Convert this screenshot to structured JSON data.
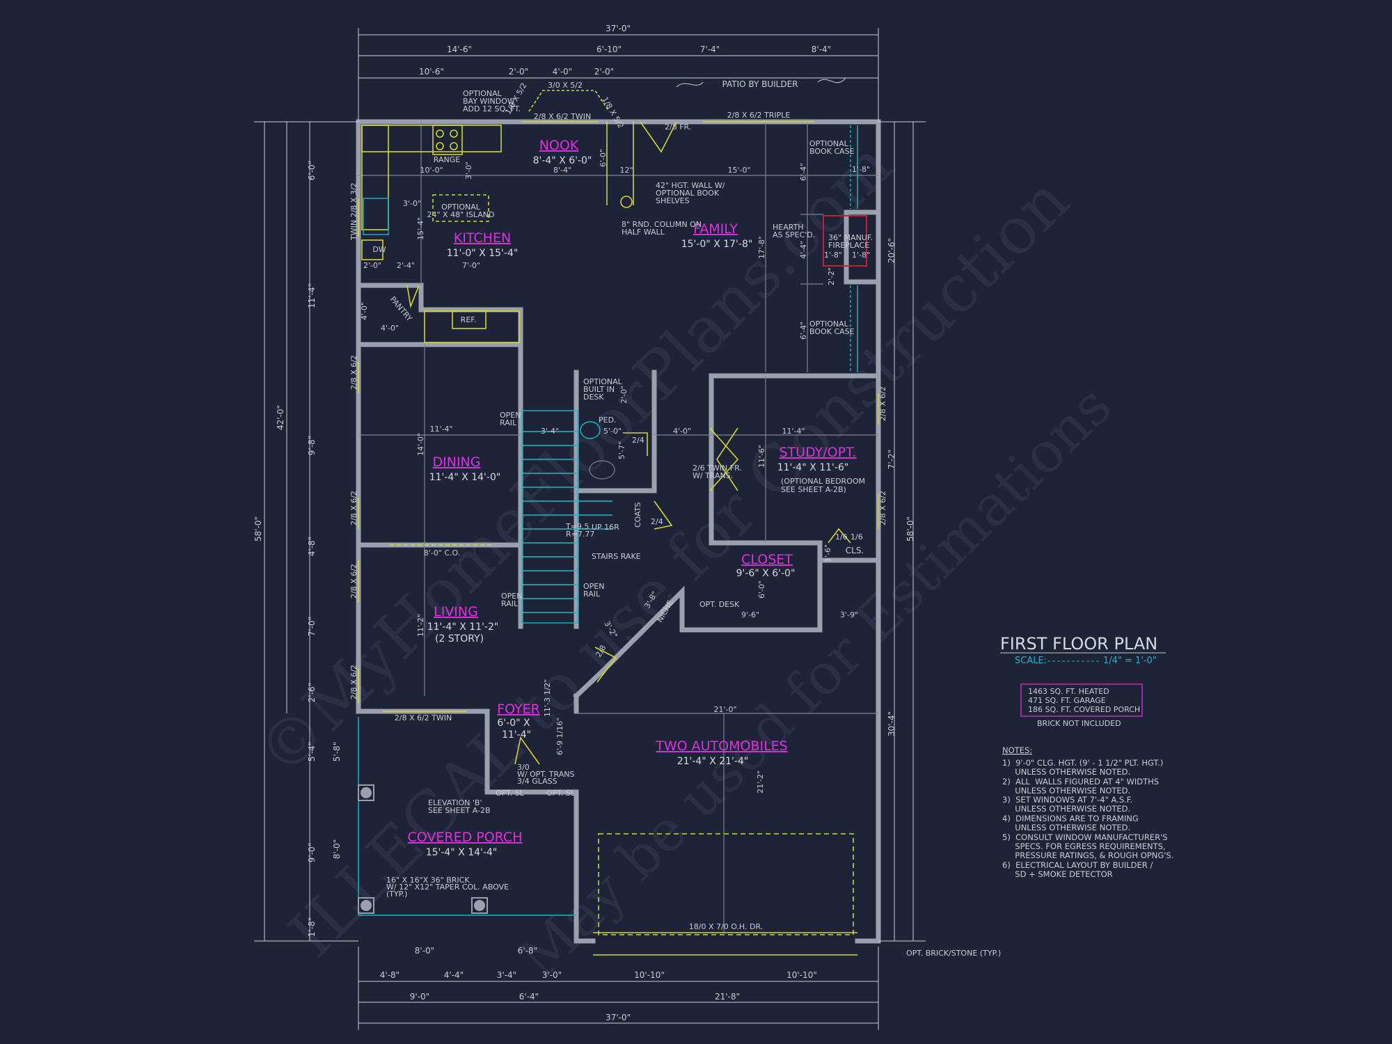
{
  "watermark": {
    "line1": "©MyHomeFloorPlans.com",
    "line2": "ILLEGAL to use for Construction",
    "line3": "May be used for Estimations"
  },
  "title": {
    "heading": "FIRST FLOOR PLAN",
    "scale_label": "SCALE:",
    "scale_value": "1/4\" = 1'-0\""
  },
  "areas": {
    "heated": "1463 SQ. FT. HEATED",
    "garage": "471 SQ. FT. GARAGE",
    "porch": "186 SQ. FT. COVERED PORCH",
    "brick_note": "BRICK NOT INCLUDED"
  },
  "notes": {
    "heading": "NOTES:",
    "lines": [
      "1)  9'-0\" CLG. HGT. (9' - 1 1/2\" PLT. HGT.)",
      "     UNLESS OTHERWISE NOTED.",
      "2)  ALL  WALLS FIGURED AT 4\" WIDTHS",
      "     UNLESS OTHERWISE NOTED.",
      "3)  SET WINDOWS AT 7'-4\" A.S.F.",
      "     UNLESS OTHERWISE NOTED.",
      "4)  DIMENSIONS ARE TO FRAMING",
      "     UNLESS OTHERWISE NOTED.",
      "5)  CONSULT WINDOW MANUFACTURER'S",
      "     SPECS. FOR EGRESS REQUIREMENTS,",
      "     PRESSURE RATINGS, & ROUGH OPNG'S.",
      "6)  ELECTRICAL LAYOUT BY BUILDER /",
      "     SD + SMOKE DETECTOR"
    ]
  },
  "rooms": {
    "nook": {
      "name": "NOOK",
      "size": "8'-4\" X 6'-0\""
    },
    "kitchen": {
      "name": "KITCHEN",
      "size": "11'-0\" X 15'-4\""
    },
    "family": {
      "name": "FAMILY",
      "size": "15'-0\" X 17'-8\""
    },
    "dining": {
      "name": "DINING",
      "size": "11'-4\" X 14'-0\""
    },
    "study": {
      "name": "STUDY/OPT.",
      "size": "11'-4\" X 11'-6\"",
      "note1": "(OPTIONAL BEDROOM",
      "note2": "SEE SHEET A-2B)"
    },
    "closet": {
      "name": "CLOSET",
      "size": "9'-6\" X 6'-0\""
    },
    "living": {
      "name": "LIVING",
      "size": "11'-4\" X 11'-2\"",
      "note": "(2 STORY)"
    },
    "foyer": {
      "name": "FOYER",
      "size1": "6'-0\" X",
      "size2": "11'-4\""
    },
    "garage": {
      "name": "TWO AUTOMOBILES",
      "size": "21'-4\" X 21'-4\""
    },
    "porch": {
      "name": "COVERED PORCH",
      "size": "15'-4\" X 14'-4\""
    }
  },
  "labels": {
    "patio": "PATIO BY BUILDER",
    "bay1": "OPTIONAL",
    "bay2": "BAY WINDOW",
    "bay3": "ADD 12 SQ. FT.",
    "bay_top": "3/0 X 5/2",
    "bay_l": "1/8 X 5/2",
    "bay_r": "1/8 X 5/2",
    "twin": "2/8 X 6/2 TWIN",
    "fr": "2/8 FR.",
    "triple": "2/8 X 6/2 TRIPLE",
    "range": "RANGE",
    "island1": "OPTIONAL",
    "island2": "24\" X 48\" ISLAND",
    "dw": "DW",
    "pantry": "PANTRY",
    "ref": "REF.",
    "sink_win": "TWIN 2/8 X 3/2",
    "halfwall1": "42\" HGT. WALL W/",
    "halfwall2": "OPTIONAL BOOK",
    "halfwall3": "SHELVES",
    "column1": "8\" RND. COLUMN ON",
    "column2": "HALF WALL",
    "bookcase1": "OPTIONAL",
    "bookcase2": "BOOK CASE",
    "hearth1": "HEARTH",
    "hearth2": "AS SPEC'D.",
    "fireplace1": "36\" MANUF.",
    "fireplace2": "FIREPLACE",
    "desk1": "OPTIONAL",
    "desk2": "BUILT IN",
    "desk3": "DESK",
    "ped": "PED.",
    "open_rail": "OPEN",
    "rail": "RAIL",
    "coats": "COATS",
    "stairs_tr": "T=9.5",
    "stairs_rr": "R=7.77",
    "up": "UP 16R",
    "stairs_rake": "STAIRS RAKE",
    "twin_fr1": "2/6 TWIN FR.",
    "twin_fr2": "W/ TRANS.",
    "cls": "CLS.",
    "niche": "NICHE",
    "opt_desk": "OPT. DESK",
    "co": "8'-0\" C.O.",
    "trans1": "3/0",
    "trans2": "W/ OPT. TRANS",
    "trans3": "3/4 GLASS",
    "opt_sl": "OPT. SL",
    "elev1": "ELEVATION 'B'",
    "elev2": "SEE SHEET A-2B",
    "brick1": "16\" X 16\"X 36\" BRICK",
    "brick2": "W/ 12\" X12\" TAPER COL. ABOVE",
    "brick3": "(TYP.)",
    "ohdr": "18/0 X 7/0 O.H. DR.",
    "opt_brick": "OPT. BRICK/STONE (TYP.)",
    "win26": "2/8 X 6/2",
    "porch_twin": "2/8 X 6/2 TWIN",
    "d24": "2/4",
    "d28": "2/8",
    "d16": "1/6"
  },
  "dims": {
    "top_total": "37'-0\"",
    "top1": [
      "14'-6\"",
      "6'-10\"",
      "7'-4\"",
      "8'-4\""
    ],
    "top2": [
      "10'-6\"",
      "2'-0\"",
      "4'-0\"",
      "2'-0\""
    ],
    "bottom_total": "37'-0\"",
    "bot1": [
      "9'-0\"",
      "6'-4\"",
      "21'-8\""
    ],
    "bot2": [
      "4'-8\"",
      "4'-4\"",
      "3'-4\"",
      "3'-0\"",
      "10'-10\"",
      "10'-10\""
    ],
    "bot3": [
      "8'-0\"",
      "6'-8\""
    ],
    "left_total": "58'-0\"",
    "left42": "42'-0\"",
    "left": [
      "6'-0\"",
      "11'-4\"",
      "9'-8\"",
      "4'-8\"",
      "7'-0\"",
      "2'-6\"",
      "5'-4\"",
      "9'-0\"",
      "1'-8\""
    ],
    "left_inner": [
      "5'-8\"",
      "8'-0\""
    ],
    "right_total": "58'-0\"",
    "right": [
      "20'-6\"",
      "7'-2\"",
      "30'-4\""
    ],
    "inner": {
      "nook_w": "8'-4\"",
      "nook_h": "6'-0\"",
      "k1": "10'-0\"",
      "k2": "3'-0\"",
      "k3": "3'-0\"",
      "k4": "15'-4\"",
      "k5": "2'-0\"",
      "k6": "2'-4\"",
      "k7": "7'-0\"",
      "k8": "4'-0\"",
      "k9": "4'-0\"",
      "k10": "12\"",
      "fam_w": "15'-0\"",
      "fam_h": "17'-8\"",
      "fb1": "6'-4\"",
      "fb2": "4'-4\"",
      "fb3": "6'-4\"",
      "fp1": "1'-8\"",
      "fp2": "1'-8\"",
      "fp3": "1'-8\"",
      "fp4": "2'-2\"",
      "d_w": "11'-4\"",
      "d_h": "14'-0\"",
      "st": "3'-4\"",
      "pw": "5'-0\"",
      "ph": "5'-7\"",
      "desk": "2'-0\"",
      "hall": "4'-0\"",
      "s_w": "11'-4\"",
      "s_h": "11'-6\"",
      "cl_h": "6'-0\"",
      "cl_w": "9'-6\"",
      "cl_r": "3'-9\"",
      "n1": "3'-8\"",
      "n2": "3'-2\"",
      "n3": "1'-6\"",
      "l_h": "11'-2\"",
      "f1": "11'-3 1/2\"",
      "f2": "6'-9 1/16\"",
      "g_w": "21'-0\"",
      "g_h": "21'-2\""
    }
  }
}
